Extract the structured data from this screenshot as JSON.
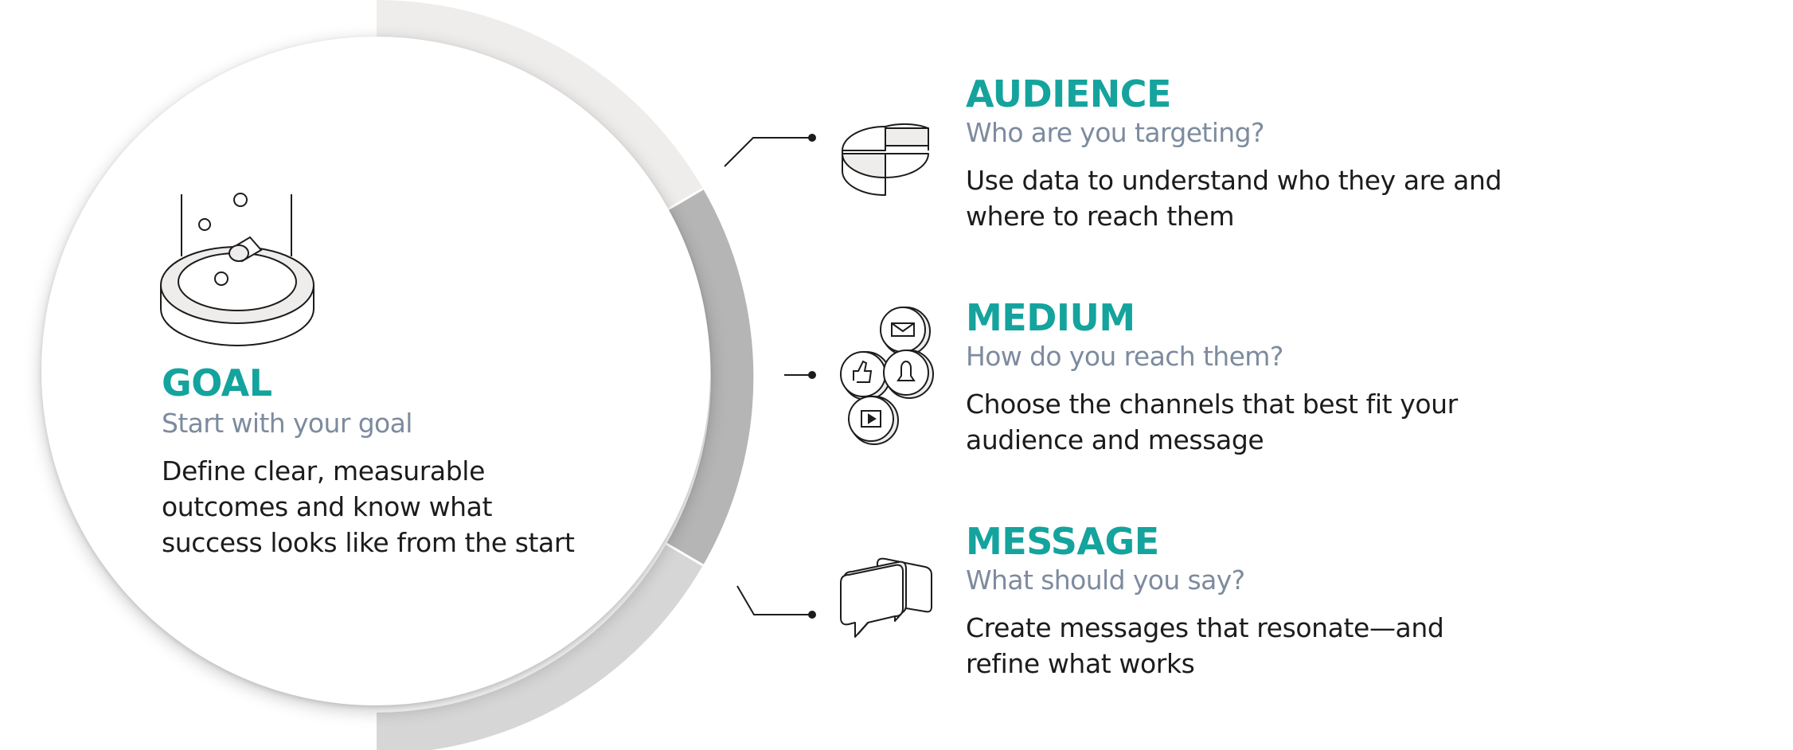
{
  "colors": {
    "accent": "#14a39d",
    "subtitle": "#7d8b9e",
    "body_text": "#1c1c1c",
    "ring_light": "#efedec",
    "ring_dark": "#b5b5b5",
    "ring_mid": "#d6d6d6"
  },
  "goal": {
    "title": "GOAL",
    "subtitle": "Start with your goal",
    "description_lines": [
      "Define clear, measurable",
      "outcomes and know what",
      "success looks like from the start"
    ],
    "icon": "target-ring-icon"
  },
  "steps": [
    {
      "title": "AUDIENCE",
      "subtitle": "Who are you targeting?",
      "description_lines": [
        "Use data to understand who they are and",
        "where to reach them"
      ],
      "icon": "pie-chart-icon"
    },
    {
      "title": "MEDIUM",
      "subtitle": "How do you reach them?",
      "description_lines": [
        "Choose the channels that best fit your",
        "audience and message"
      ],
      "icon": "channels-icon"
    },
    {
      "title": "MESSAGE",
      "subtitle": "What should you say?",
      "description_lines": [
        "Create messages that resonate—and",
        "refine what works"
      ],
      "icon": "chat-bubbles-icon"
    }
  ]
}
